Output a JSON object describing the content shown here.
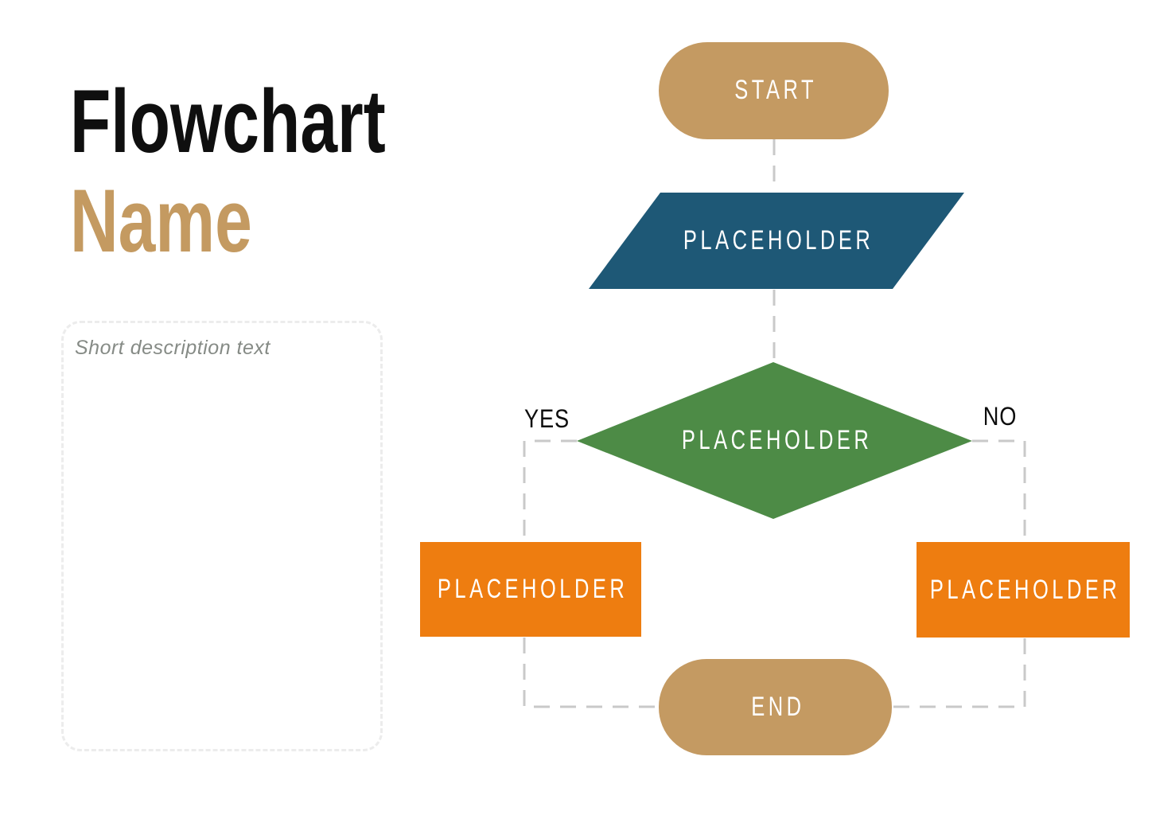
{
  "page": {
    "title_black": "Flowchart",
    "title_accent": "Name"
  },
  "description_box": {
    "placeholder": "Short description text"
  },
  "flowchart": {
    "nodes": {
      "start": {
        "label": "START",
        "type": "terminator"
      },
      "input": {
        "label": "PLACEHOLDER",
        "type": "input-output"
      },
      "decision": {
        "label": "PLACEHOLDER",
        "type": "decision"
      },
      "process_yes": {
        "label": "PLACEHOLDER",
        "type": "process"
      },
      "process_no": {
        "label": "PLACEHOLDER",
        "type": "process"
      },
      "end": {
        "label": "END",
        "type": "terminator"
      }
    },
    "branches": {
      "yes": "YES",
      "no": "NO"
    }
  },
  "colors": {
    "accent_tan": "#c49a62",
    "node_blue": "#1e5876",
    "node_green": "#4d8b46",
    "node_orange": "#ee7d10",
    "connector_gray": "#c9c9c9",
    "desc_border": "#ececec"
  }
}
